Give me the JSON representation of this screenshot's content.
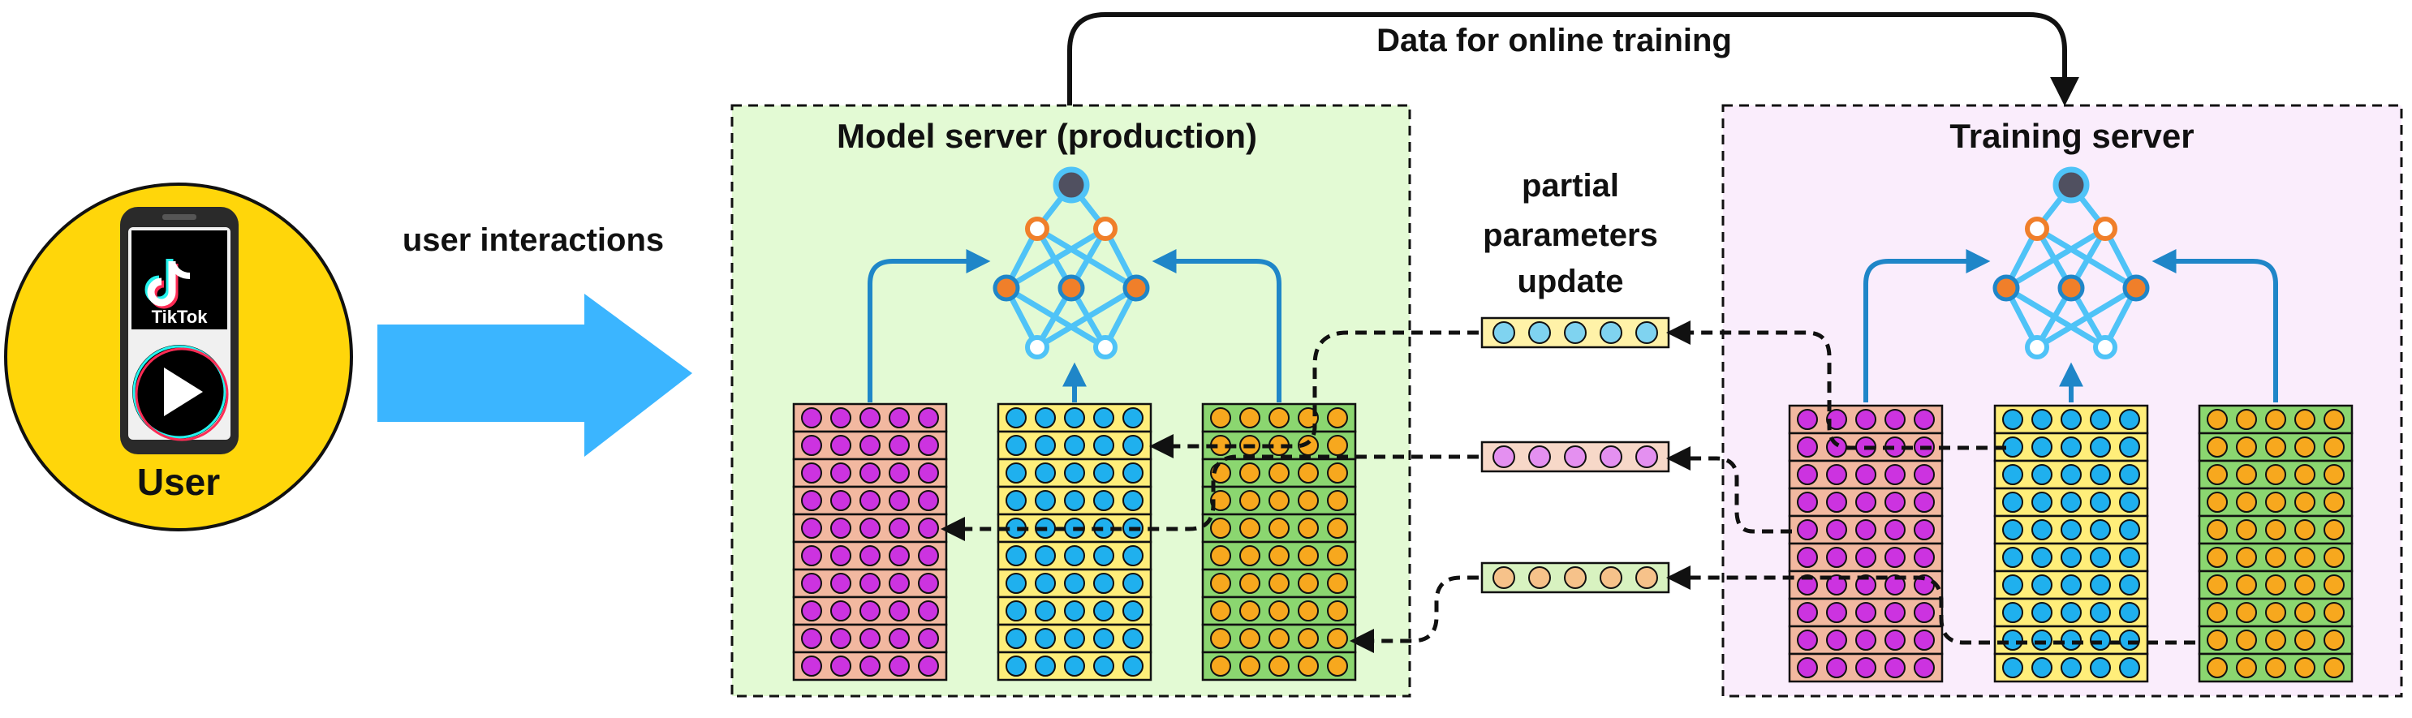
{
  "labels": {
    "user": "User",
    "app_name": "TikTok",
    "user_interactions": "user interactions",
    "data_for_online_training": "Data for online training",
    "model_server": "Model server (production)",
    "training_server": "Training server",
    "partial_line1": "partial",
    "partial_line2": "parameters",
    "partial_line3": "update"
  },
  "colors": {
    "user_circle": "#FFD60A",
    "interaction_arrow": "#3BB5FF",
    "model_server_bg": "#E3FAD4",
    "training_server_bg": "#FAEDFC",
    "nn_link": "#4FC3F7",
    "nn_link_dark": "#1F86C8",
    "nn_output_node": "#505060",
    "nn_hidden_node": "#F07F2A",
    "table_purple_bg": "#F2B8A0",
    "table_purple_dot": "#CC33E0",
    "table_blue_bg": "#FFEE7A",
    "table_blue_dot": "#1FB0EE",
    "table_orange_bg": "#8BD670",
    "table_orange_dot": "#F7A81E",
    "update_blue_bg": "#FFF2A8",
    "update_blue_dot": "#7FD3F0",
    "update_pink_bg": "#F7D8C8",
    "update_pink_dot": "#E490F0",
    "update_orange_bg": "#D8F2C0",
    "update_orange_dot": "#F6C28A"
  },
  "icons": {
    "phone": "smartphone-icon",
    "app_logo": "tiktok-logo-icon",
    "play": "play-button-icon"
  }
}
